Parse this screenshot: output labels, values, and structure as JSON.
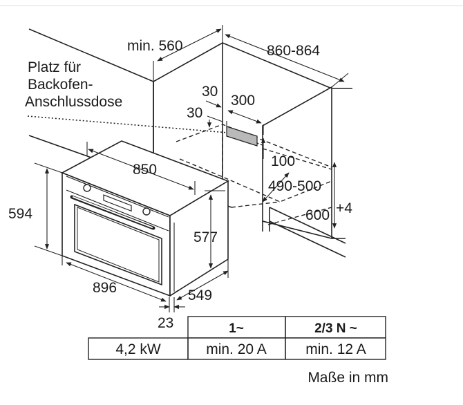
{
  "dimensions": {
    "min_depth": "min. 560",
    "niche_width": "860-864",
    "socket_label_line1": "Platz für",
    "socket_label_line2": "Backofen-",
    "socket_label_line3": "Anschlussdose",
    "socket_offset_top": "30",
    "socket_offset_side": "30",
    "socket_width": "300",
    "socket_height": "100",
    "niche_depth": "490-500",
    "niche_height": "600",
    "niche_height_tol": "+4",
    "oven_depth_top": "850",
    "oven_height_front": "594",
    "oven_inner_height": "577",
    "oven_width": "896",
    "oven_depth_side": "549",
    "panel_thickness": "23"
  },
  "table": {
    "headers": [
      "1~",
      "2/3 N ~"
    ],
    "row_label": "4,2 kW",
    "row_values": [
      "min. 20 A",
      "min. 12 A"
    ]
  },
  "footnote": "Maße in mm"
}
